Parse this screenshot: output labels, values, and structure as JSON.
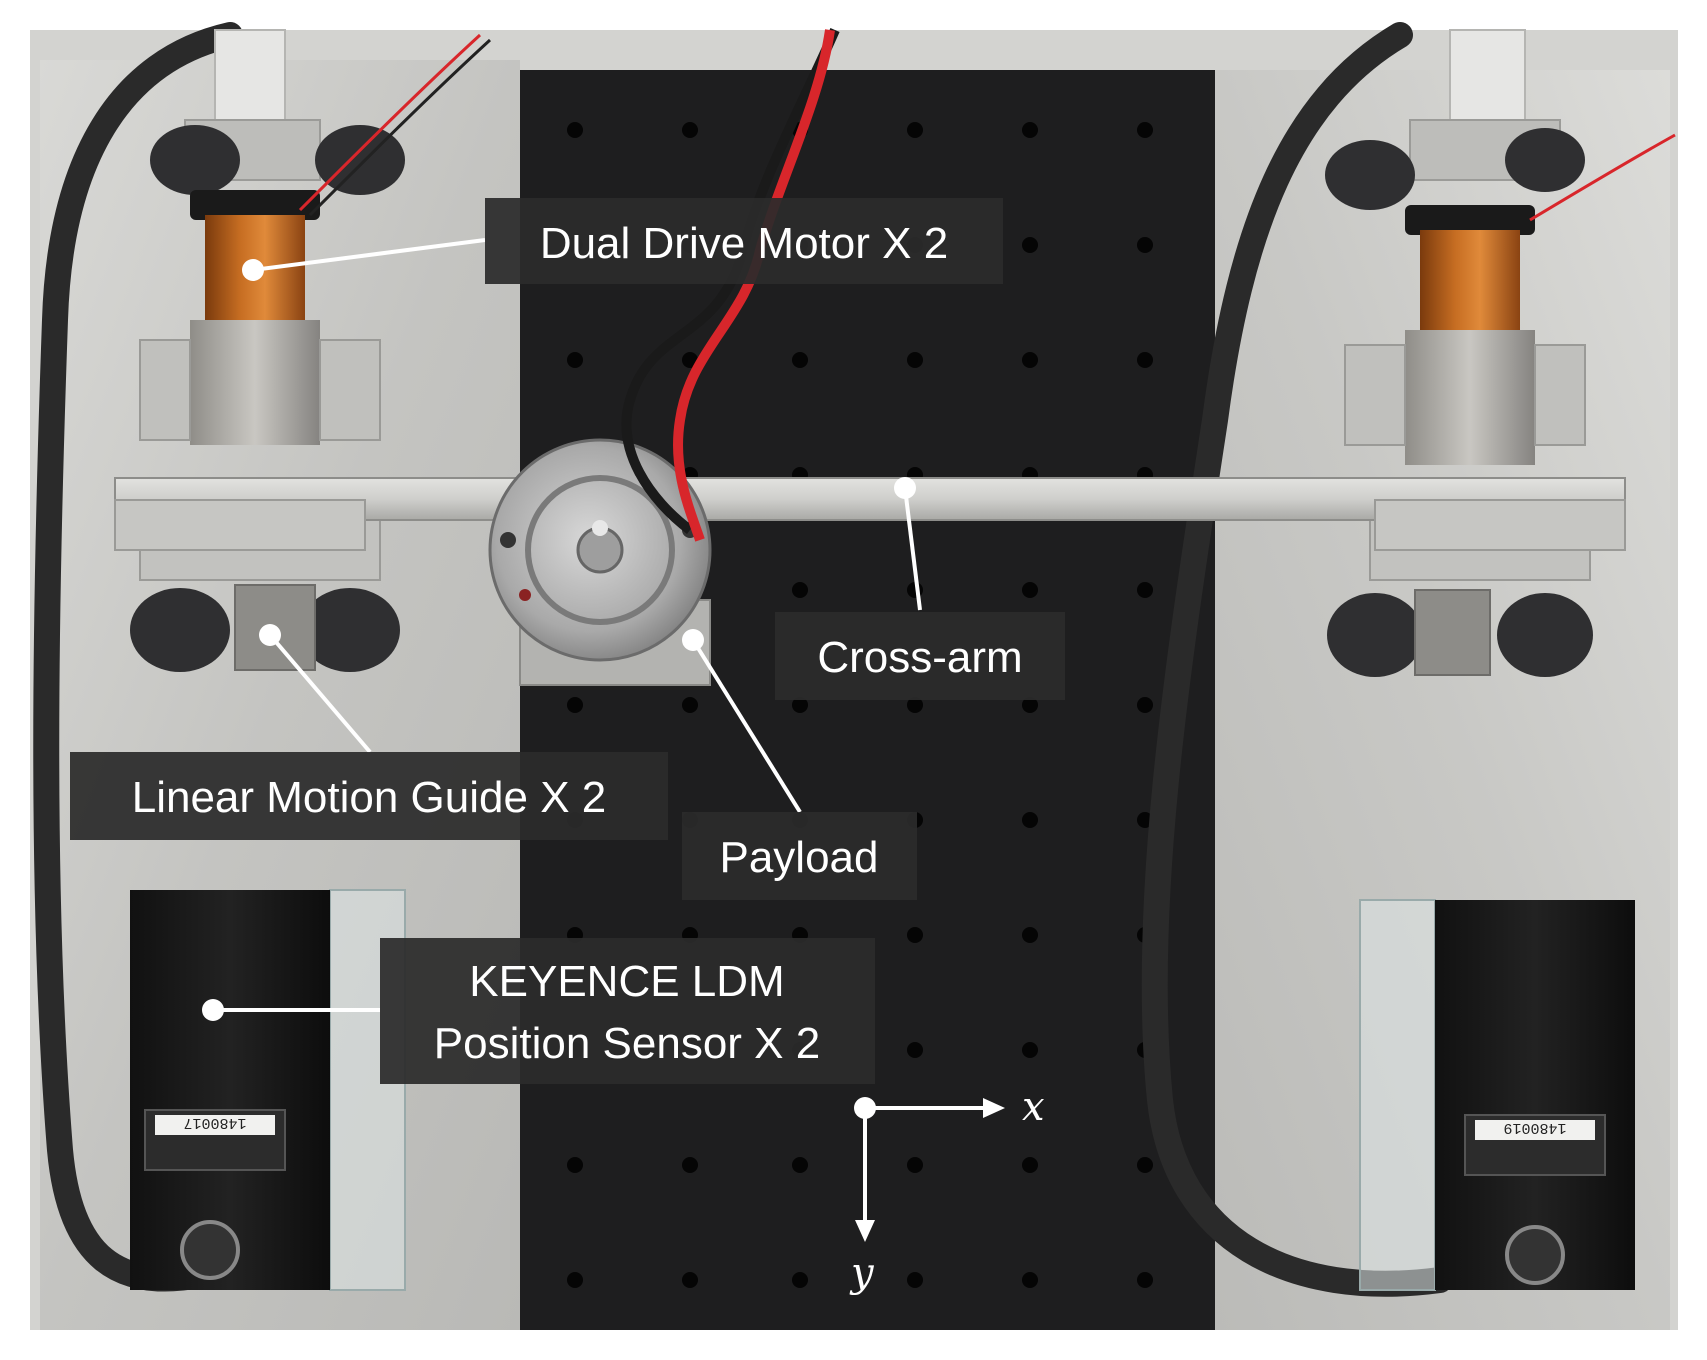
{
  "labels": {
    "dual_drive_motor": "Dual Drive Motor X 2",
    "cross_arm": "Cross-arm",
    "linear_motion_guide": "Linear Motion Guide X 2",
    "payload": "Payload",
    "sensor_line1": "KEYENCE LDM",
    "sensor_line2": "Position Sensor X 2",
    "axis_x": "x",
    "axis_y": "y",
    "sensor_left_serial": "1480017",
    "sensor_right_serial": "1480019"
  },
  "colors": {
    "optical_table": "#1e1e1f",
    "aluminum_plate": "#c9c9c6",
    "copper_coil": "#b8631c",
    "label_background": "#2b2b2b",
    "cable": "#2a2a2a",
    "red_wire": "#d8262b"
  }
}
